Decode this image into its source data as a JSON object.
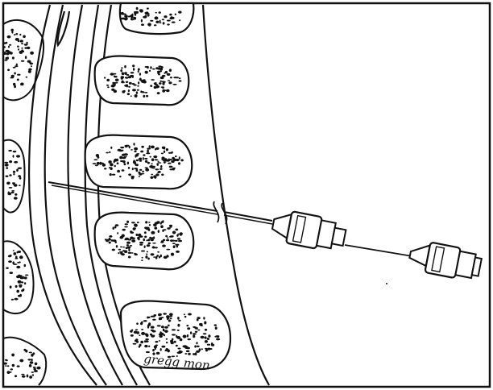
{
  "figure": {
    "signature_text": "gregg mon",
    "ink": "#111111",
    "paper": "#ffffff"
  },
  "parts": {
    "vertebral_bodies": [
      "vertebra-1",
      "vertebra-2",
      "vertebra-3",
      "vertebra-4",
      "vertebra-5"
    ],
    "needle": {
      "description_icon": "spinal-needle-icon",
      "has_break_mark": true
    }
  }
}
